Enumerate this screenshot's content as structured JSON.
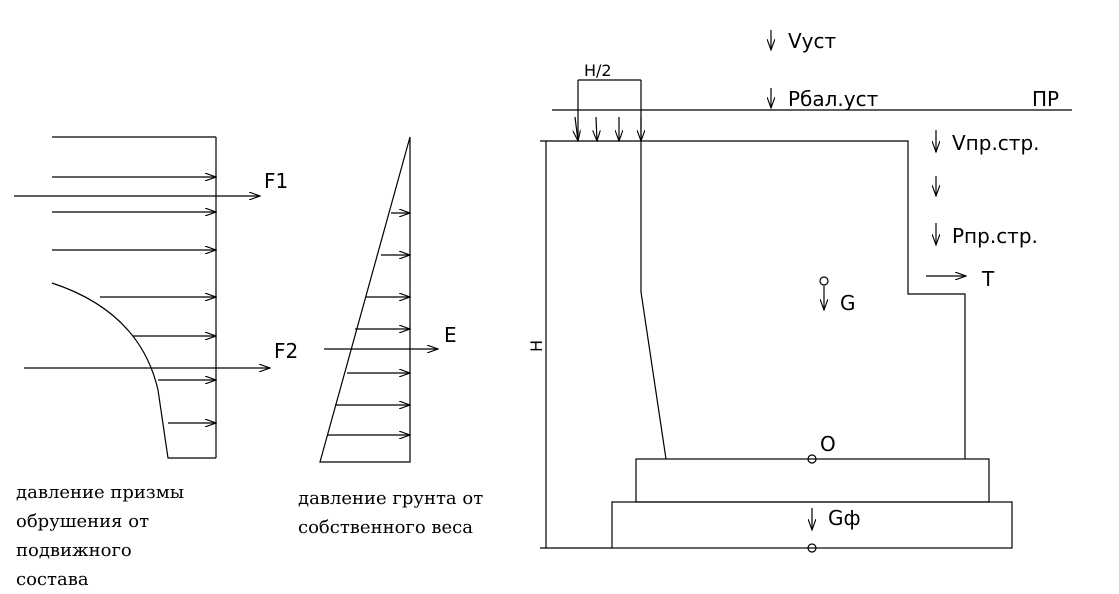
{
  "captions": {
    "left": [
      "давление призмы",
      "обрушения от",
      "подвижного",
      "состава"
    ],
    "middle": [
      "давление грунта от",
      "собственного веса"
    ]
  },
  "labels": {
    "f1": "F1",
    "f2": "F2",
    "e": "E",
    "v_ust": "Vуст",
    "p_bal_ust": "Pбал.уст",
    "pr": "ПР",
    "v_pr_str": "Vпр.стр.",
    "p_pr_str": "Pпр.стр.",
    "t": "T",
    "g": "G",
    "o": "O",
    "g_f": "Gф",
    "h": "H",
    "h_half": "H/2"
  }
}
